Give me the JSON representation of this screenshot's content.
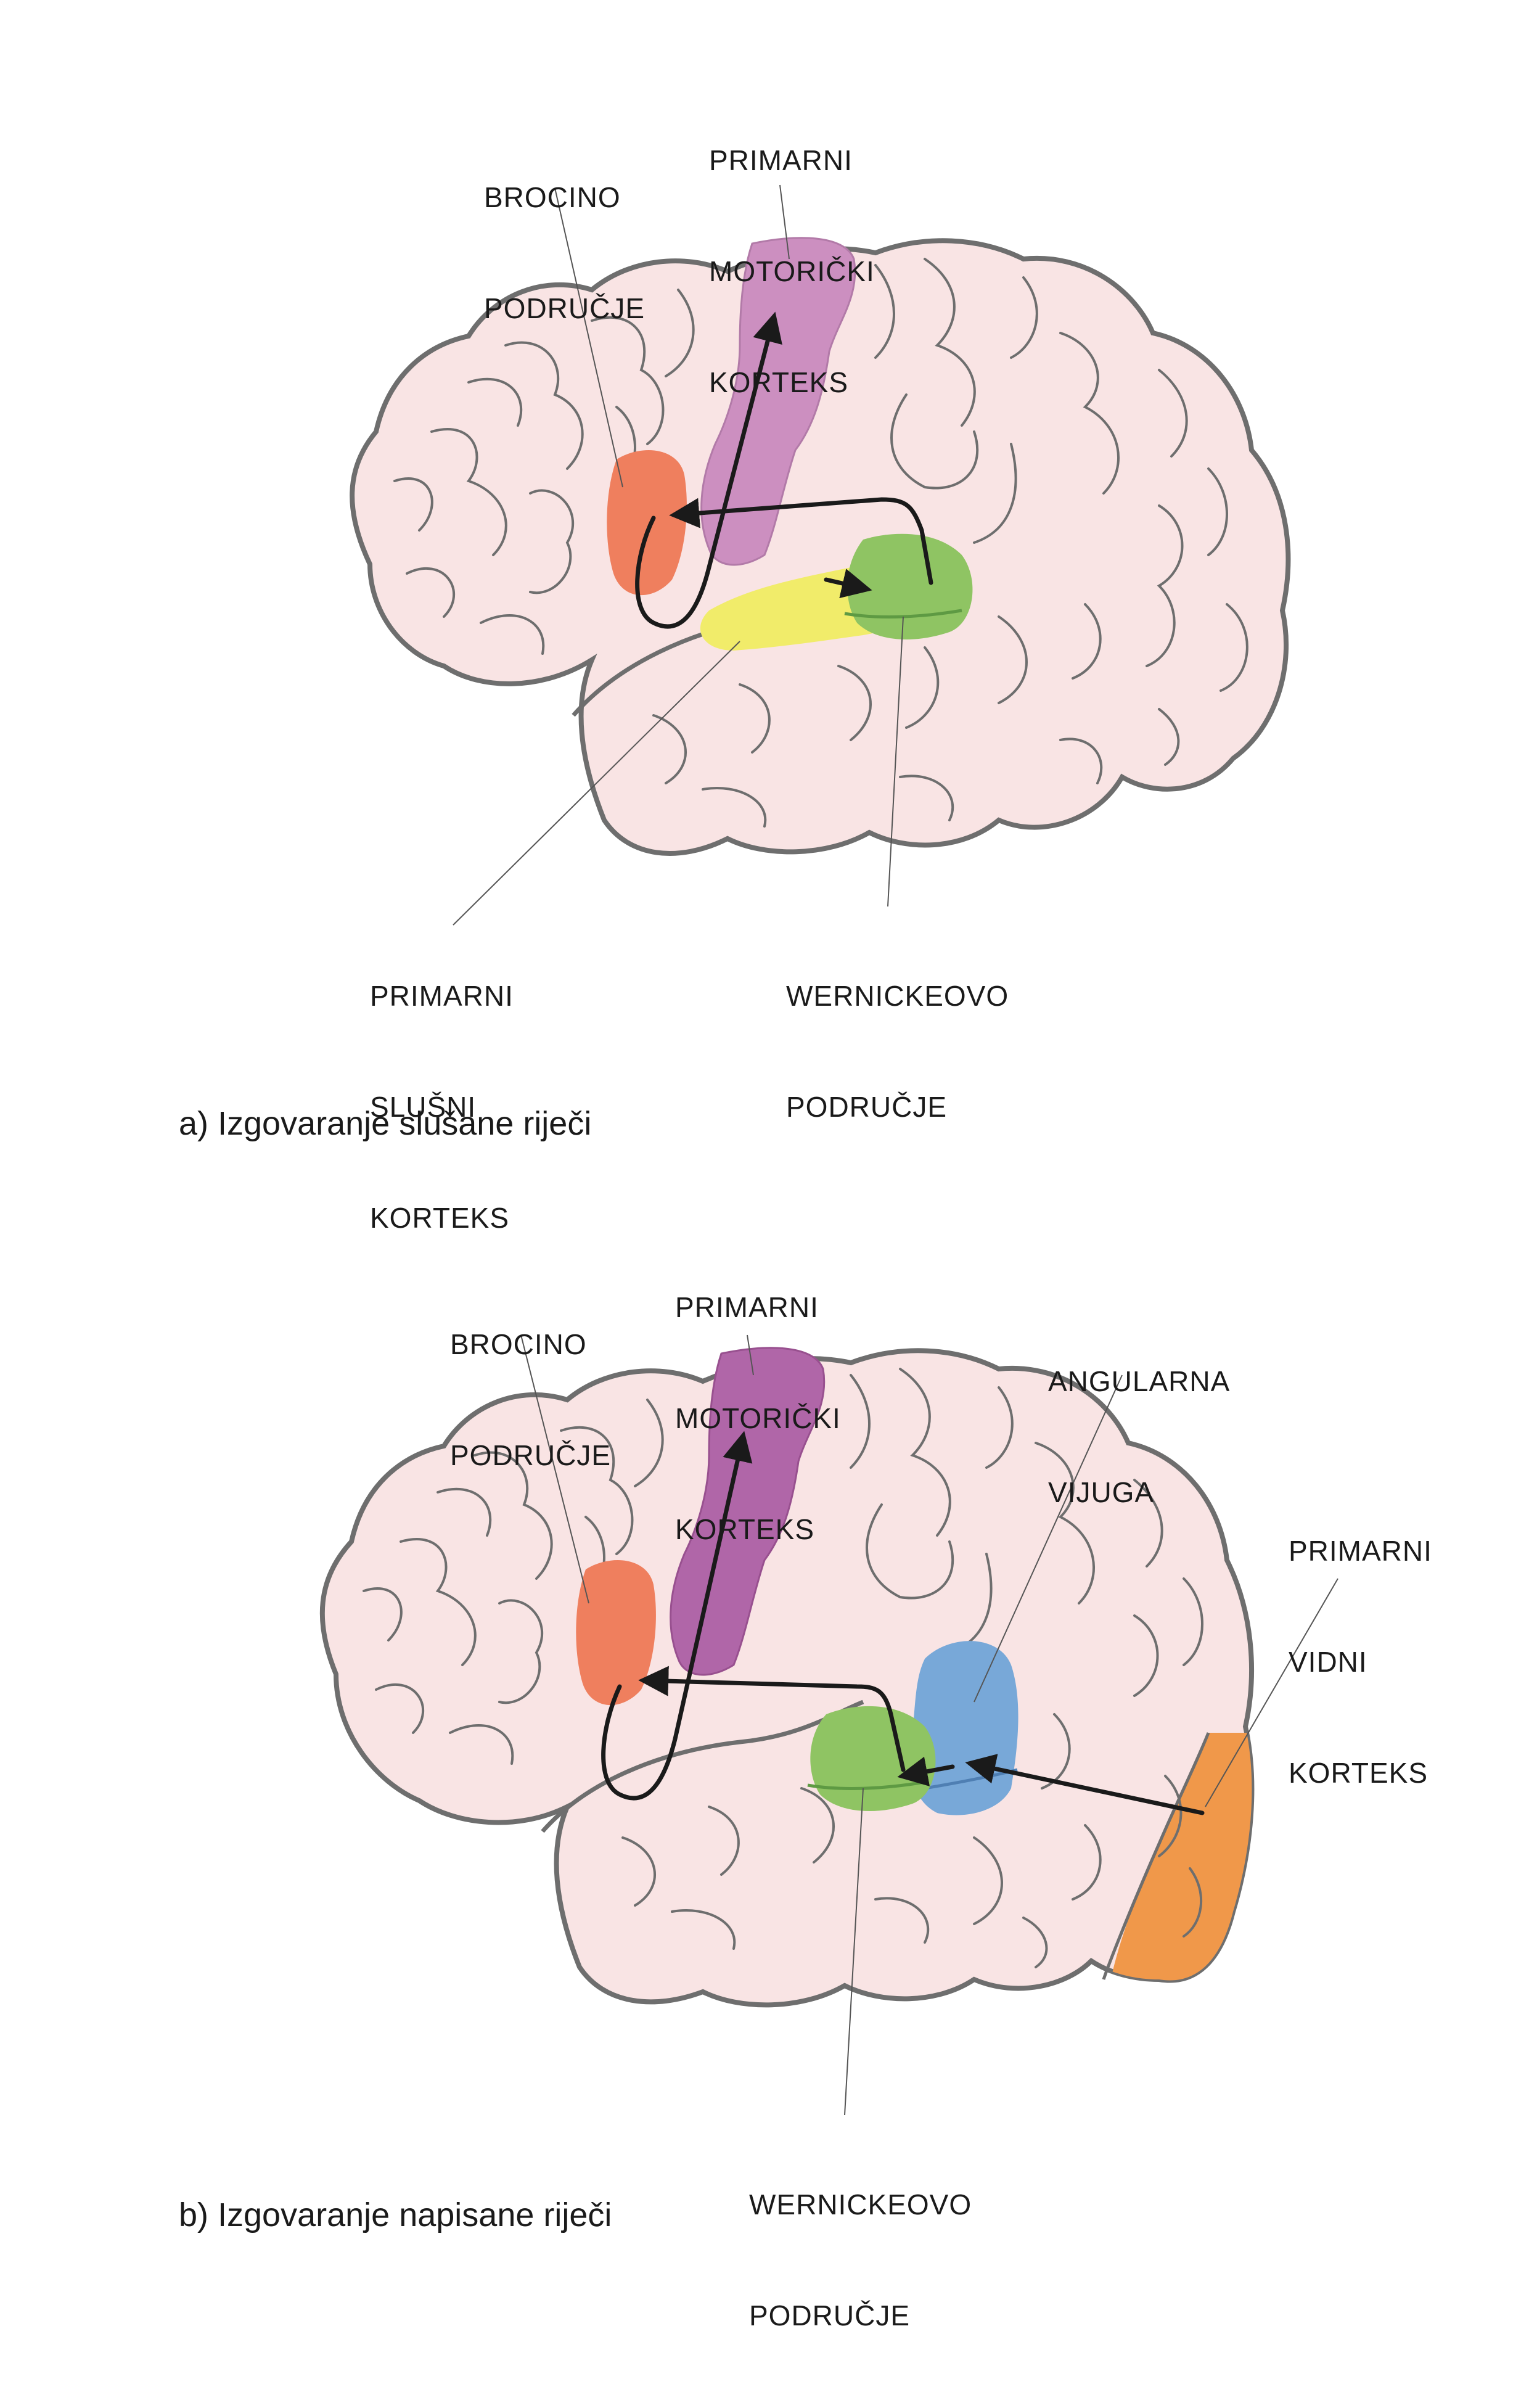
{
  "colors": {
    "outline": "#6e6e6e",
    "brain_fill": "#f9e4e4",
    "fold": "#6e6e6e",
    "broca": "#ef7f5e",
    "motor_a": "#cc8fc0",
    "motor_b": "#b066a8",
    "auditory": "#f1ec6a",
    "wernicke": "#8fc463",
    "angular": "#78a8d8",
    "visual": "#f0984a",
    "arrow": "#1a1a1a",
    "leader": "#555555"
  },
  "panel_a": {
    "caption": "a) Izgovaranje slušane riječi",
    "labels": {
      "broca": [
        "BROCINO",
        "PODRUČJE"
      ],
      "motor": [
        "PRIMARNI",
        "MOTORIČKI",
        "KORTEKS"
      ],
      "auditory": [
        "PRIMARNI",
        "SLUŠNI",
        "KORTEKS"
      ],
      "wernicke": [
        "WERNICKEOVO",
        "PODRUČJE"
      ]
    }
  },
  "panel_b": {
    "caption": "b) Izgovaranje napisane riječi",
    "labels": {
      "broca": [
        "BROCINO",
        "PODRUČJE"
      ],
      "motor": [
        "PRIMARNI",
        "MOTORIČKI",
        "KORTEKS"
      ],
      "angular": [
        "ANGULARNA",
        "VIJUGA"
      ],
      "visual": [
        "PRIMARNI",
        "VIDNI",
        "KORTEKS"
      ],
      "wernicke": [
        "WERNICKEOVO",
        "PODRUČJE"
      ]
    }
  }
}
